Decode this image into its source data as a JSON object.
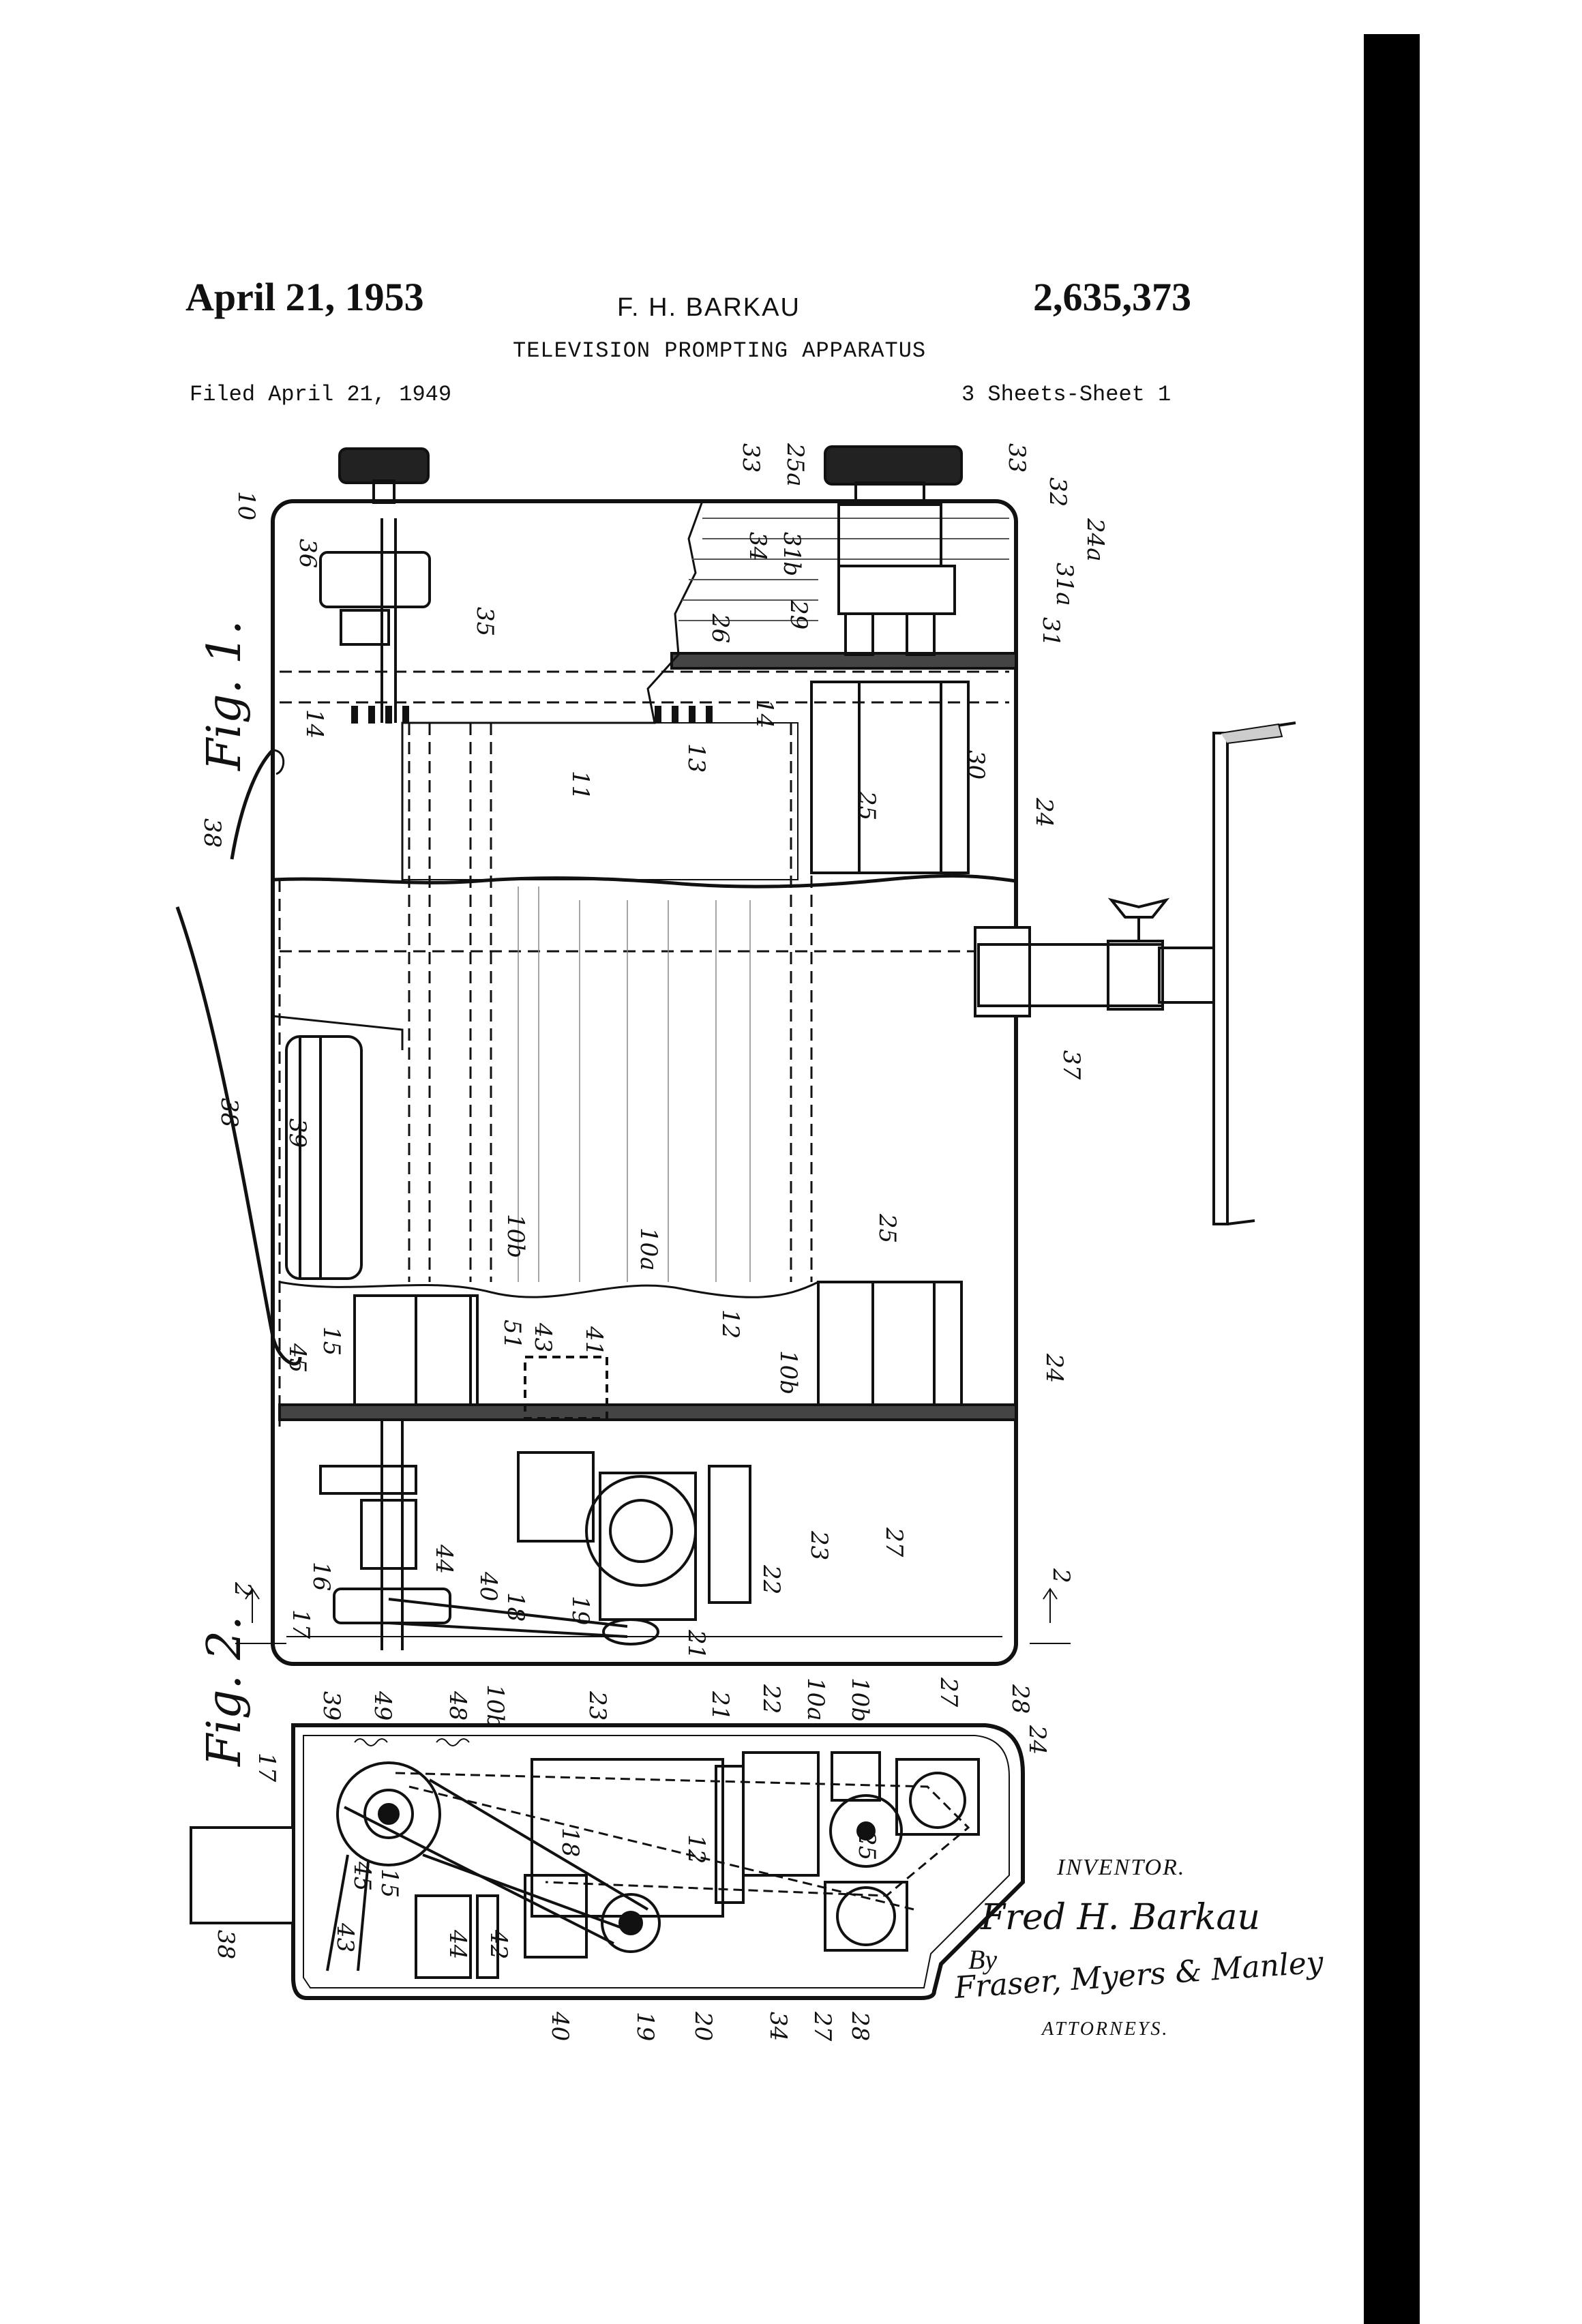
{
  "header": {
    "date": "April 21, 1953",
    "inventor": "F. H. BARKAU",
    "patent_number": "2,635,373",
    "title": "TELEVISION PROMPTING APPARATUS",
    "filed": "Filed April 21, 1949",
    "sheets": "3 Sheets-Sheet 1"
  },
  "figures": {
    "fig1": "Fig. 1.",
    "fig2": "Fig. 2."
  },
  "signature": {
    "inventor_label": "INVENTOR.",
    "inventor_name": "Fred H. Barkau",
    "by": "By",
    "attorneys_signature": "Fraser, Myers & Manley",
    "attorneys_label": "ATTORNEYS."
  },
  "labels": {
    "l10": "10",
    "l36": "36",
    "l35": "35",
    "l33a": "33",
    "l33b": "33",
    "l25a": "25a",
    "l32": "32",
    "l24a": "24a",
    "l34": "34",
    "l31b": "31b",
    "l31a": "31a",
    "l26": "26",
    "l29": "29",
    "l31": "31",
    "l14a": "14",
    "l14b": "14",
    "l13": "13",
    "l11": "11",
    "l30": "30",
    "l25t": "25",
    "l24t": "24",
    "l38a": "38",
    "l37": "37",
    "l38b": "38",
    "l39": "39",
    "l10b1": "10b",
    "l10a": "10a",
    "l25m": "25",
    "l12": "12",
    "l10b2": "10b",
    "l43": "43",
    "l41": "41",
    "l51": "51",
    "l15": "15",
    "l45": "45",
    "l24m": "24",
    "l23": "23",
    "l27": "27",
    "l44": "44",
    "l40": "40",
    "l22": "22",
    "l16": "16",
    "l18": "18",
    "l19": "19",
    "l21": "21",
    "l17": "17",
    "l2a": "2",
    "l2b": "2",
    "f2_39": "39",
    "f2_49": "49",
    "f2_48": "48",
    "f2_10b1": "10b",
    "f2_23": "23",
    "f2_21": "21",
    "f2_22": "22",
    "f2_10a": "10a",
    "f2_10b2": "10b",
    "f2_27a": "27",
    "f2_28a": "28",
    "f2_17": "17",
    "f2_45": "45",
    "f2_15": "15",
    "f2_12": "12",
    "f2_18": "18",
    "f2_25": "25",
    "f2_24": "24",
    "f2_38": "38",
    "f2_43": "43",
    "f2_44": "44",
    "f2_42": "42",
    "f2_40": "40",
    "f2_19": "19",
    "f2_20": "20",
    "f2_34": "34",
    "f2_27b": "27",
    "f2_28b": "28"
  }
}
